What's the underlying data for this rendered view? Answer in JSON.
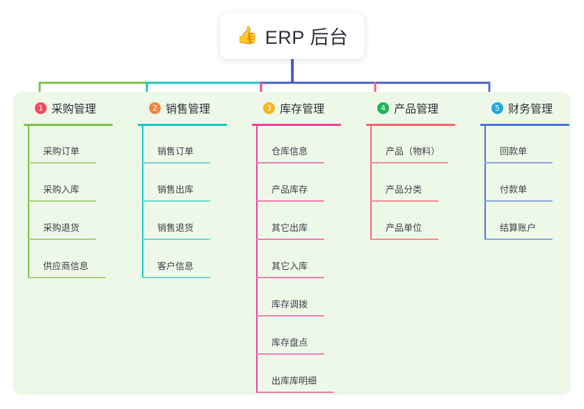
{
  "root": {
    "icon": "thumbs-up-icon",
    "emoji": "👍",
    "title": "ERP 后台"
  },
  "palette": {
    "panel_background": "#eef8e9",
    "page_background": "#ffffff",
    "trunk": "#4a5bc4",
    "column_green": "#7ac143",
    "column_teal": "#16c6c0",
    "column_magenta": "#ec3f94",
    "column_red": "#f4616a",
    "column_blue": "#4a6fd1"
  },
  "trunk_connector": {
    "color": "#4a5bc4",
    "segments": [
      {
        "name": "segment-purchasing",
        "color": "#7ac143"
      },
      {
        "name": "segment-sales",
        "color": "#16c6c0"
      },
      {
        "name": "segment-inventory",
        "color": "#4a5bc4"
      },
      {
        "name": "segment-product",
        "color": "#4a5bc4"
      },
      {
        "name": "segment-finance",
        "color": "#4a6fd1"
      }
    ]
  },
  "columns": [
    {
      "id": "purchasing",
      "badge": "1",
      "badge_color": "#f44a5f",
      "title": "采购管理",
      "line_color": "#7ac143",
      "item_line_color": "#a3d477",
      "drop_color": "#7ac143",
      "items": [
        {
          "label": "采购订单"
        },
        {
          "label": "采购入库"
        },
        {
          "label": "采购退货"
        },
        {
          "label": "供应商信息"
        }
      ]
    },
    {
      "id": "sales",
      "badge": "2",
      "badge_color": "#f0873f",
      "title": "销售管理",
      "line_color": "#16c6c0",
      "item_line_color": "#6fd4cf",
      "drop_color": "#16c6c0",
      "items": [
        {
          "label": "销售订单"
        },
        {
          "label": "销售出库"
        },
        {
          "label": "销售退货"
        },
        {
          "label": "客户信息"
        }
      ]
    },
    {
      "id": "inventory",
      "badge": "3",
      "badge_color": "#f6b322",
      "title": "库存管理",
      "line_color": "#ec3f94",
      "item_line_color": "#ef7bb3",
      "drop_color": "#ec3f94",
      "items": [
        {
          "label": "仓库信息"
        },
        {
          "label": "产品库存"
        },
        {
          "label": "其它出库"
        },
        {
          "label": "其它入库"
        },
        {
          "label": "库存调拨"
        },
        {
          "label": "库存盘点"
        },
        {
          "label": "出库库明细"
        }
      ]
    },
    {
      "id": "product",
      "badge": "4",
      "badge_color": "#22b457",
      "title": "产品管理",
      "line_color": "#f4616a",
      "item_line_color": "#f4888e",
      "drop_color": "#f4616a",
      "items": [
        {
          "label": "产品（物料）"
        },
        {
          "label": "产品分类"
        },
        {
          "label": "产品单位"
        }
      ]
    },
    {
      "id": "finance",
      "badge": "5",
      "badge_color": "#21a8de",
      "title": "财务管理",
      "line_color": "#4a6fd1",
      "item_line_color": "#8ea6e0",
      "drop_color": "#4a6fd1",
      "items": [
        {
          "label": "回款单"
        },
        {
          "label": "付款单"
        },
        {
          "label": "结算账户"
        }
      ]
    }
  ]
}
